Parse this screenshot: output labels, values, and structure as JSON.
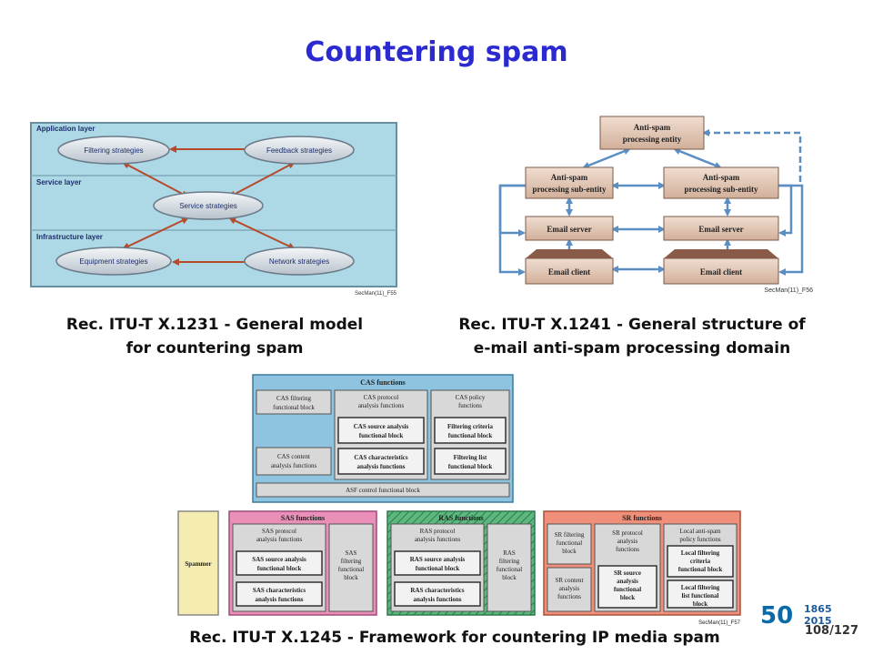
{
  "page": {
    "title": "Countering spam",
    "page_number": "108/127"
  },
  "captions": {
    "x1231_line1": "Rec. ITU-T X.1231 - General model",
    "x1231_line2": "for countering spam",
    "x1241_line1": "Rec. ITU-T X.1241 - General structure of",
    "x1241_line2": "e-mail anti-spam processing domain",
    "x1245": "Rec. ITU-T X.1245 - Framework for countering IP media spam"
  },
  "fig_x1231": {
    "layers": [
      "Application layer",
      "Service layer",
      "Infrastructure layer"
    ],
    "nodes": {
      "filtering": "Filtering strategies",
      "feedback": "Feedback strategies",
      "service": "Service strategies",
      "equipment": "Equipment strategies",
      "network": "Network strategies"
    },
    "ref": "SecMan(11)_F55"
  },
  "fig_x1241": {
    "entity_l1": "Anti-spam",
    "entity_l2": "processing entity",
    "sub_l1": "Anti-spam",
    "sub_l2": "processing sub-entity",
    "email_server": "Email server",
    "email_client": "Email client",
    "ref": "SecMan(11)_F56"
  },
  "fig_x1245": {
    "cas": {
      "title": "CAS functions",
      "filtering_l1": "CAS filtering",
      "filtering_l2": "functional block",
      "protocol_l1": "CAS protocol",
      "protocol_l2": "analysis functions",
      "source_l1": "CAS source analysis",
      "source_l2": "functional block",
      "charac_l1": "CAS characteristics",
      "charac_l2": "analysis functions",
      "content_l1": "CAS content",
      "content_l2": "analysis functions",
      "policy_l1": "CAS policy",
      "policy_l2": "functions",
      "criteria_l1": "Filtering criteria",
      "criteria_l2": "functional block",
      "list_l1": "Filtering list",
      "list_l2": "functional block",
      "asf": "ASF control functional block"
    },
    "spammer": "Spammer",
    "sas": {
      "title": "SAS functions",
      "protocol_l1": "SAS protocol",
      "protocol_l2": "analysis functions",
      "source_l1": "SAS source analysis",
      "source_l2": "functional block",
      "charac_l1": "SAS characteristics",
      "charac_l2": "analysis functions",
      "filter_l1": "SAS",
      "filter_l2": "filtering",
      "filter_l3": "functional",
      "filter_l4": "block"
    },
    "ras": {
      "title": "RAS functions",
      "protocol_l1": "RAS protocol",
      "protocol_l2": "analysis functions",
      "source_l1": "RAS source analysis",
      "source_l2": "functional block",
      "charac_l1": "RAS characteristics",
      "charac_l2": "analysis functions",
      "filter_l1": "RAS",
      "filter_l2": "filtering",
      "filter_l3": "functional",
      "filter_l4": "block"
    },
    "sr": {
      "title": "SR functions",
      "filtering_l1": "SR filtering",
      "filtering_l2": "functional",
      "filtering_l3": "block",
      "content_l1": "SR content",
      "content_l2": "analysis",
      "content_l3": "functions",
      "protocol_l1": "SR protocol",
      "protocol_l2": "analysis",
      "protocol_l3": "functions",
      "source_l1": "SR source",
      "source_l2": "analysis",
      "source_l3": "functional",
      "source_l4": "block",
      "local_l1": "Local anti-spam",
      "local_l2": "policy functions",
      "lcriteria_l1": "Local filtering",
      "lcriteria_l2": "criteria",
      "lcriteria_l3": "functional block",
      "llist_l1": "Local filtering",
      "llist_l2": "list  functional",
      "llist_l3": "block"
    },
    "ref": "SecMan(11)_F57"
  },
  "branding": {
    "fifty": "50",
    "year_start": "1865",
    "year_end": "2015"
  },
  "colors": {
    "title": "#2a2ad0",
    "x1231_background": "#add8e6",
    "x1241_box": "#e0c4b0",
    "x1241_arrow": "#5b8fc4",
    "cas_panel": "#8fc4e0",
    "sas_panel": "#e98fb8",
    "ras_panel": "#5cb87e",
    "sr_panel": "#f0907a",
    "spammer": "#f4ecb0"
  }
}
